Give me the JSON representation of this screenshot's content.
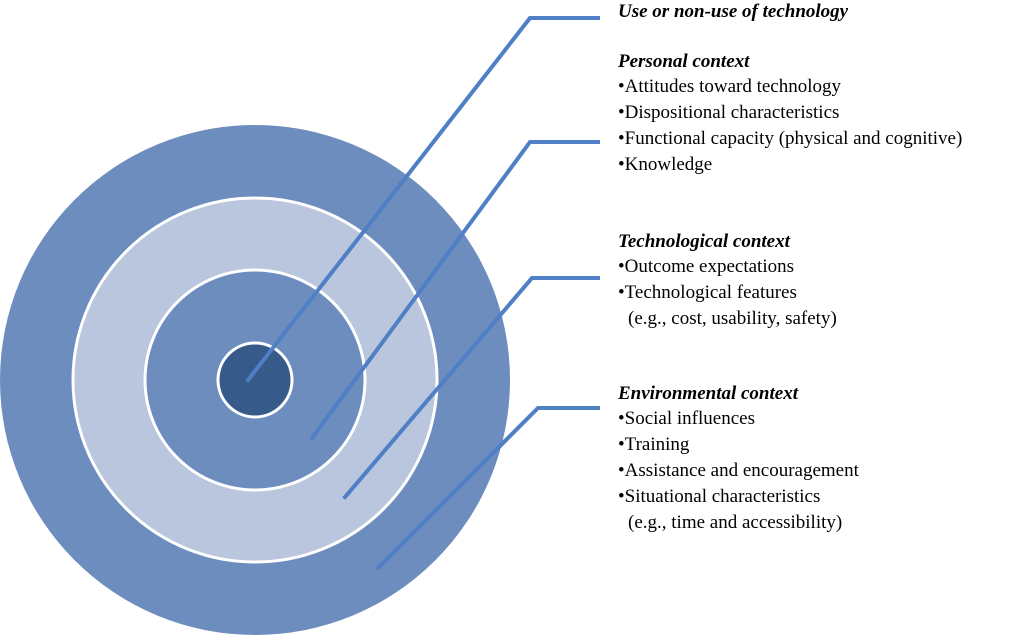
{
  "colors": {
    "outer_ring": "#6d8dbf",
    "middle_ring": "#b9c6de",
    "inner_ring": "#6d8dbf",
    "core": "#365a8a",
    "separator": "#ffffff",
    "leader_line": "#4f7fc4"
  },
  "center": {
    "heading": "Use or non-use of technology"
  },
  "personal": {
    "heading": "Personal context",
    "items": [
      "•Attitudes toward technology",
      "•Dispositional characteristics",
      "•Functional capacity (physical and cognitive)",
      "•Knowledge"
    ]
  },
  "technological": {
    "heading": "Technological context",
    "items": [
      "•Outcome expectations",
      "•Technological features",
      "(e.g., cost, usability, safety)"
    ]
  },
  "environmental": {
    "heading": "Environmental context",
    "items": [
      "•Social influences",
      "•Training",
      "•Assistance and encouragement",
      "•Situational characteristics",
      "(e.g., time and accessibility)"
    ]
  }
}
